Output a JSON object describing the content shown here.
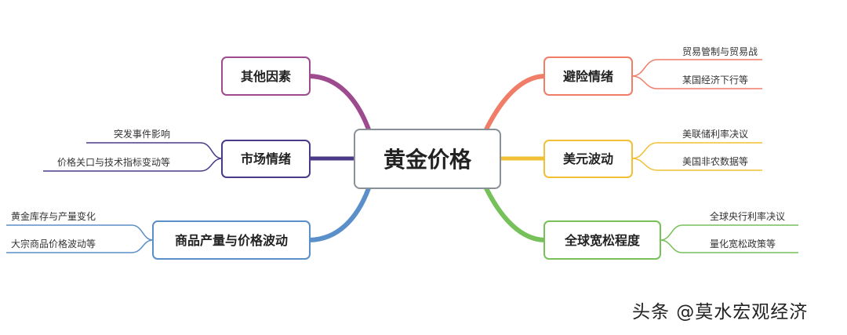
{
  "center": {
    "label": "黄金价格",
    "color": "#8a9098"
  },
  "branches": {
    "hedge": {
      "label": "避险情绪",
      "color": "#f07d68",
      "leaves": [
        "贸易管制与贸易战",
        "某国经济下行等"
      ]
    },
    "usd": {
      "label": "美元波动",
      "color": "#f2c035",
      "leaves": [
        "美联储利率决议",
        "美国非农数据等"
      ]
    },
    "loose": {
      "label": "全球宽松程度",
      "color": "#77c15a",
      "leaves": [
        "全球央行利率决议",
        "量化宽松政策等"
      ]
    },
    "other": {
      "label": "其他因素",
      "color": "#9e4a8e",
      "leaves": []
    },
    "market": {
      "label": "市场情绪",
      "color": "#4b3a88",
      "leaves": [
        "突发事件影响",
        "价格关口与技术指标变动等"
      ]
    },
    "commodity": {
      "label": "商品产量与价格波动",
      "color": "#5b8fc9",
      "leaves": [
        "黄金库存与产量变化",
        "大宗商品价格波动等"
      ]
    }
  },
  "watermark": "头条 @莫水宏观经济"
}
